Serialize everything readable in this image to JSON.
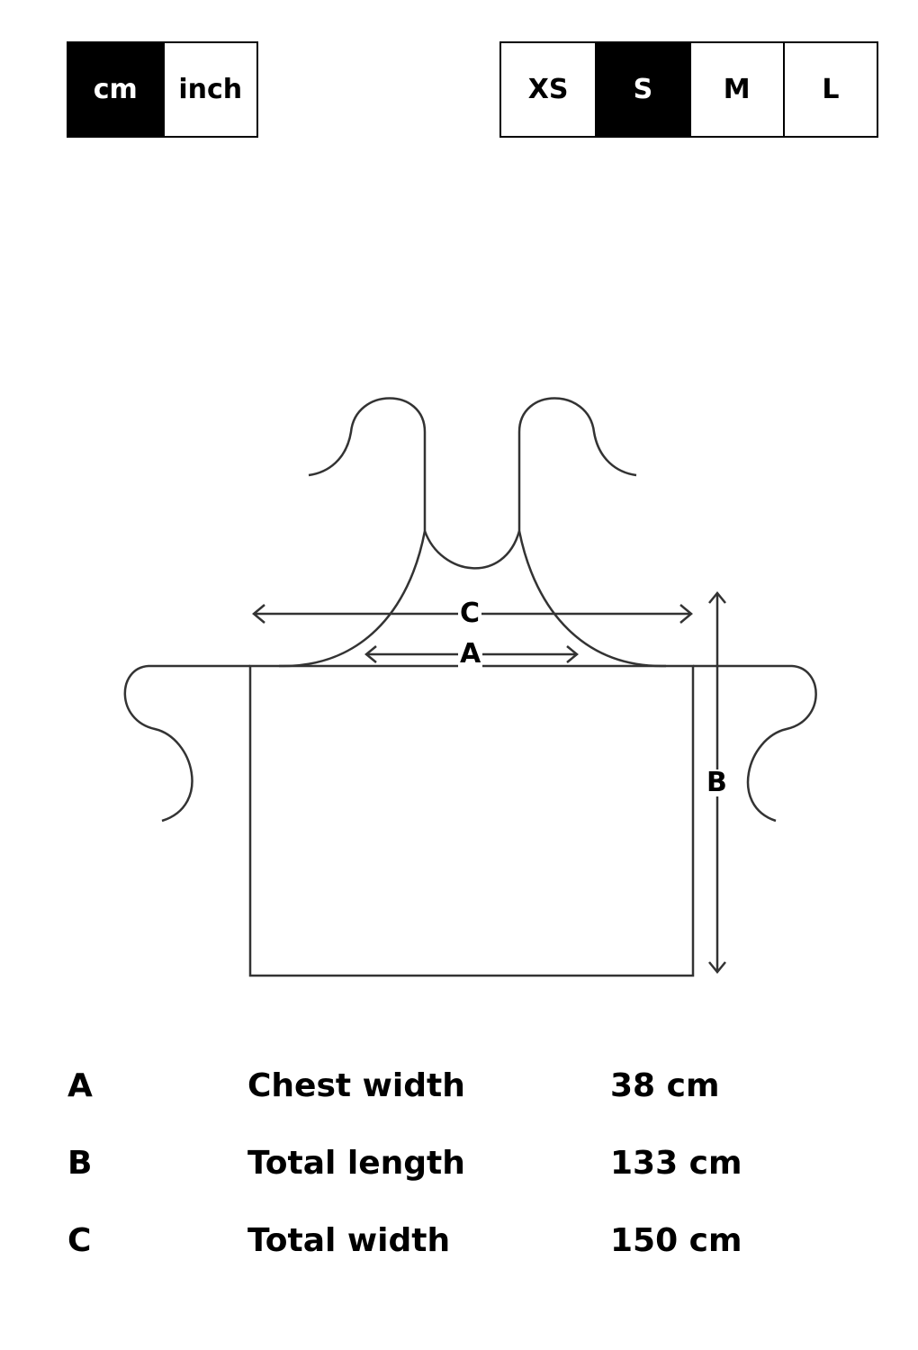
{
  "units": {
    "options": [
      "cm",
      "inch"
    ],
    "selected": "cm"
  },
  "sizes": {
    "options": [
      "XS",
      "S",
      "M",
      "L"
    ],
    "selected": "S"
  },
  "diagram": {
    "labels": {
      "a": "A",
      "b": "B",
      "c": "C"
    }
  },
  "measurements": [
    {
      "key": "A",
      "name": "Chest width",
      "value": "38 cm"
    },
    {
      "key": "B",
      "name": "Total length",
      "value": "133 cm"
    },
    {
      "key": "C",
      "name": "Total width",
      "value": "150 cm"
    }
  ],
  "colors": {
    "active_bg": "#000000",
    "line": "#333333"
  }
}
